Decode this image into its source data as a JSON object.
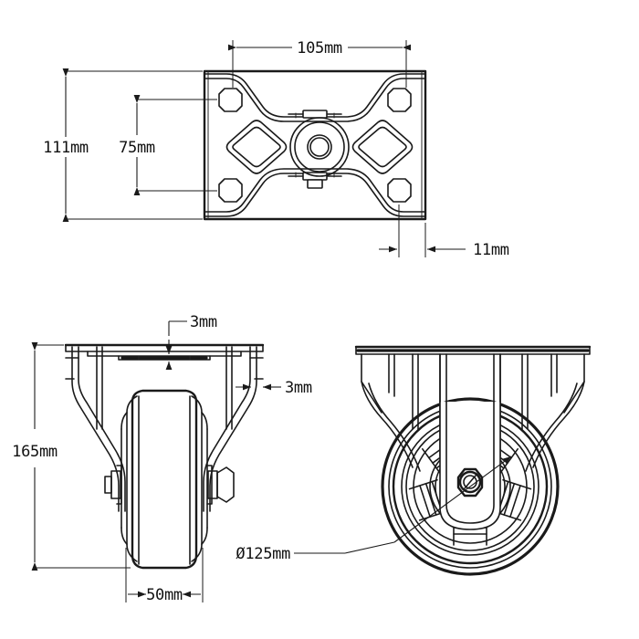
{
  "drawing": {
    "title": "Fixed caster technical drawing",
    "background_color": "#ffffff",
    "line_color": "#1a1a1a",
    "views": {
      "top": {
        "name": "top-plate-view"
      },
      "front": {
        "name": "front-elevation-view"
      },
      "side": {
        "name": "side-elevation-view"
      }
    }
  },
  "dimensions": {
    "plate_height": "111mm",
    "bolt_hole_spacing_vertical": "75mm",
    "plate_width": "105mm",
    "bolt_hole_offset": "11mm",
    "overall_height": "165mm",
    "wheel_width": "50mm",
    "plate_thickness": "3mm",
    "bracket_thickness": "3mm",
    "wheel_diameter": "Ø125mm"
  }
}
